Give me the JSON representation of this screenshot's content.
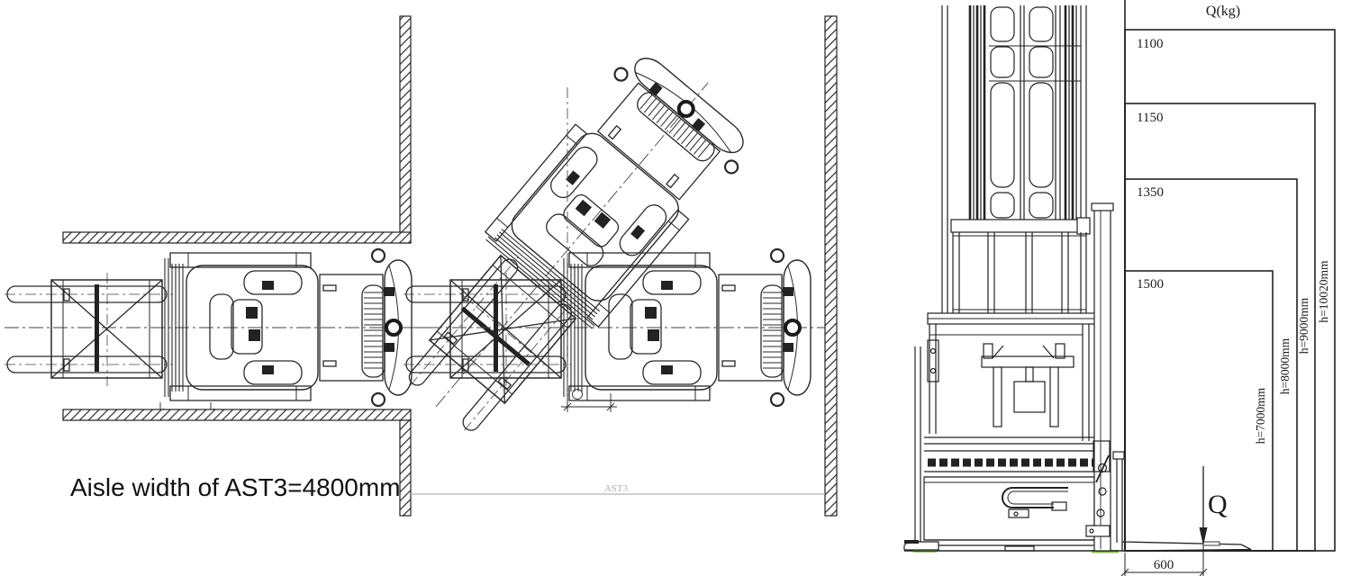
{
  "plan_view": {
    "caption": "Aisle width of AST3=4800mm",
    "aisle_dim_label": "AST3"
  },
  "load_chart": {
    "axis_label": "Q(kg)",
    "rows": [
      {
        "q": "1100",
        "h": "h=10020mm"
      },
      {
        "q": "1150",
        "h": "h=9000mm"
      },
      {
        "q": "1350",
        "h": "h=8000mm"
      },
      {
        "q": "1500",
        "h": "h=7000mm"
      }
    ],
    "load_center": "600",
    "load_symbol": "Q"
  },
  "chart_data": {
    "type": "step-capacity-diagram",
    "title": "Q(kg)",
    "series": [
      {
        "capacity_kg": 1500,
        "lift_height_mm": 7000
      },
      {
        "capacity_kg": 1350,
        "lift_height_mm": 8000
      },
      {
        "capacity_kg": 1150,
        "lift_height_mm": 9000
      },
      {
        "capacity_kg": 1100,
        "lift_height_mm": 10020
      }
    ],
    "load_center_mm": 600,
    "aisle_width_mm": 4800,
    "aisle_width_code": "AST3"
  },
  "colors": {
    "line": "#222222",
    "dim_gray": "#b0b0b0",
    "accent_green": "#8bc34a"
  }
}
